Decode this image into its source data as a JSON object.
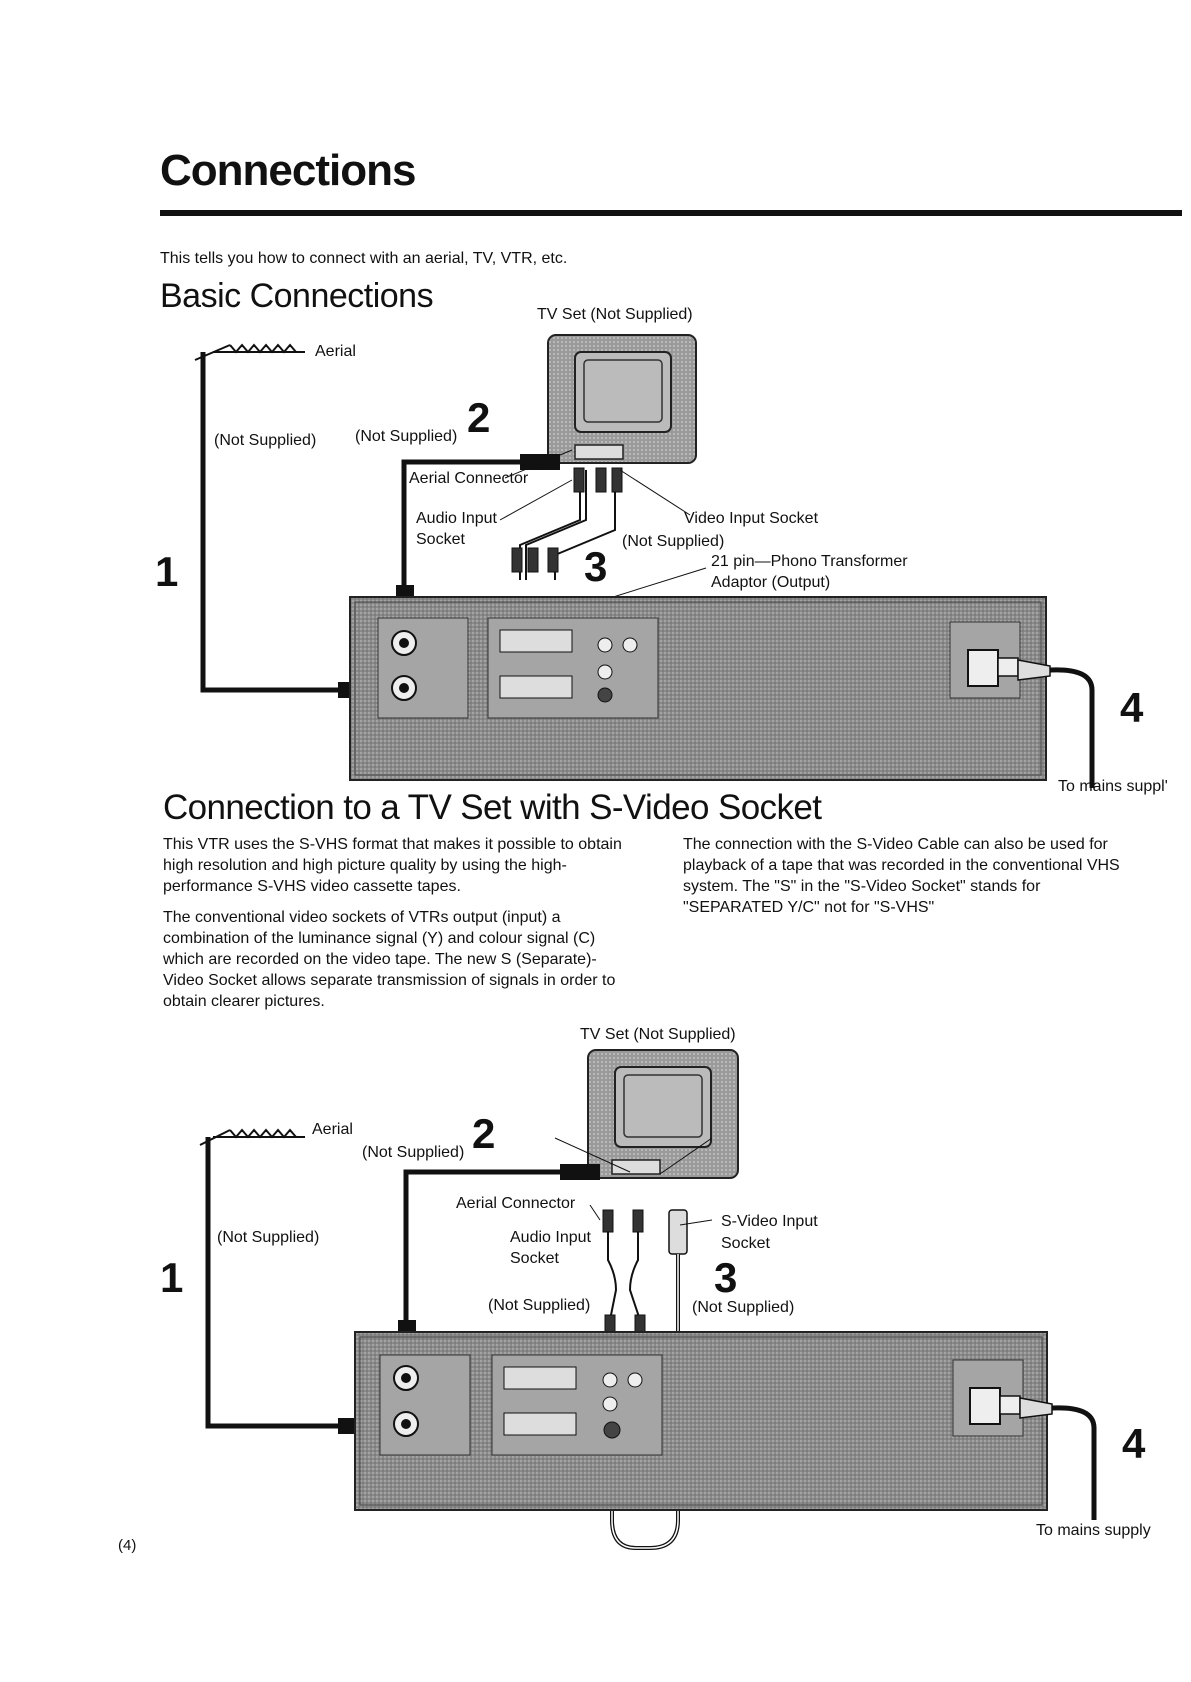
{
  "header": {
    "title": "Connections",
    "intro": "This tells you how to connect with an aerial, TV, VTR, etc."
  },
  "basic": {
    "heading": "Basic Connections",
    "tv_label": "TV Set (Not Supplied)",
    "aerial": "Aerial",
    "not_supplied_left": "(Not Supplied)",
    "not_supplied_cable2": "(Not Supplied)",
    "num2": "2",
    "aerial_connector": "Aerial Connector",
    "audio_input_1": "Audio Input",
    "audio_input_2": "Socket",
    "video_input": "Video Input Socket",
    "not_supplied_3": "(Not Supplied)",
    "adaptor_1": "21 pin—Phono Transformer",
    "adaptor_2": "Adaptor (Output)",
    "num1": "1",
    "num3": "3",
    "num4": "4",
    "mains": "To mains suppl'"
  },
  "svideo": {
    "heading": "Connection to a TV Set with S-Video Socket",
    "left_p1": "This VTR uses the S-VHS format that makes it possible to obtain high resolution and high picture quality by using the high-performance S-VHS video cassette tapes.",
    "left_p2": "The conventional video sockets of VTRs output (input) a combination of the luminance signal (Y) and colour signal (C) which are recorded on the video tape. The new S (Separate)-Video Socket allows separate transmission of signals in order to obtain clearer pictures.",
    "right_p1": "The connection with the S-Video Cable can also be used for playback of a tape that was recorded in the conventional VHS system. The \"S\" in the \"S-Video Socket\" stands for \"SEPARATED Y/C\" not for \"S-VHS\""
  },
  "second": {
    "tv_label": "TV Set (Not Supplied)",
    "aerial": "Aerial",
    "not_supplied_cable2": "(Not Supplied)",
    "num2": "2",
    "aerial_connector": "Aerial Connector",
    "audio_input_1": "Audio Input",
    "audio_input_2": "Socket",
    "svideo_input_1": "S-Video Input",
    "svideo_input_2": "Socket",
    "not_supplied_left": "(Not Supplied)",
    "num1": "1",
    "num3": "3",
    "not_supplied_audio": "(Not Supplied)",
    "not_supplied_svideo": "(Not Supplied)",
    "num4": "4",
    "mains": "To mains supply"
  },
  "page_number": "(4)"
}
